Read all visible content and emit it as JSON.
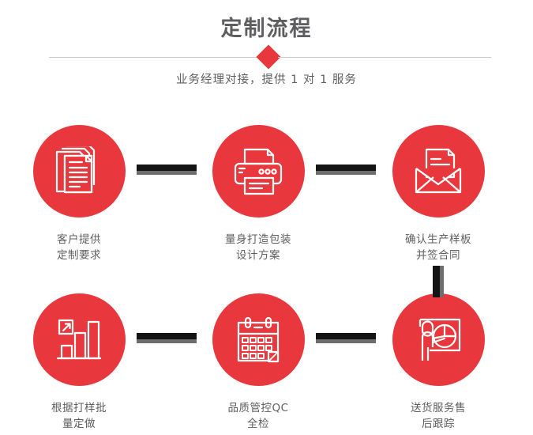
{
  "header": {
    "title": "定制流程",
    "subtitle": "业务经理对接，提供 1 对 1 服务",
    "divider_icon": "diamond-icon"
  },
  "theme": {
    "accent": "#e8383d",
    "text": "#5e5e60",
    "connector_dark": "#141414",
    "connector_shadow": "#6d6d6d",
    "divider": "#c9c9c9",
    "background": "#ffffff"
  },
  "steps": [
    {
      "index": 1,
      "icon": "documents-stack-icon",
      "label": "客户提供\n定制要求"
    },
    {
      "index": 2,
      "icon": "printer-icon",
      "label": "量身打造包装\n设计方案"
    },
    {
      "index": 3,
      "icon": "envelope-document-icon",
      "label": "确认生产样板\n并签合同"
    },
    {
      "index": 4,
      "icon": "bar-chart-growth-icon",
      "label": "根据打样批\n量定做"
    },
    {
      "index": 5,
      "icon": "calendar-check-icon",
      "label": "品质管控QC\n全检"
    },
    {
      "index": 6,
      "icon": "presenter-pie-chart-icon",
      "label": "送货服务售\n后跟踪"
    }
  ],
  "connectors": [
    {
      "name": "connector-step1-step2",
      "orientation": "horizontal"
    },
    {
      "name": "connector-step2-step3",
      "orientation": "horizontal"
    },
    {
      "name": "connector-step3-step6",
      "orientation": "vertical"
    },
    {
      "name": "connector-step4-step5",
      "orientation": "horizontal"
    },
    {
      "name": "connector-step5-step6",
      "orientation": "horizontal"
    }
  ]
}
